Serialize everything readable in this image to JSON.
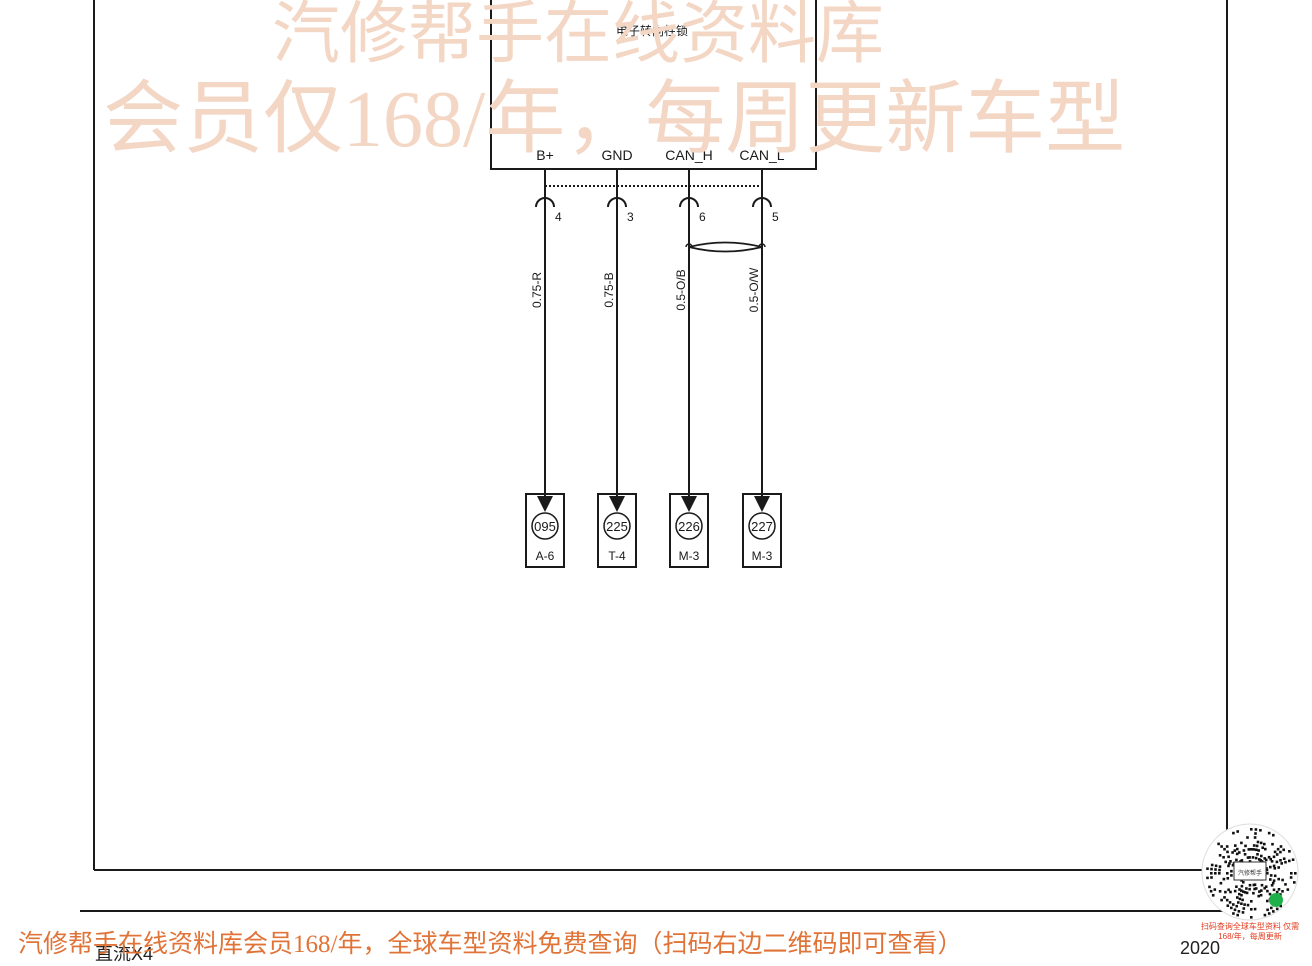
{
  "component": {
    "title": "电子转向柱锁"
  },
  "pins": [
    {
      "name": "B+",
      "number": "4",
      "wire": "0.75-R",
      "target_code": "095",
      "target_ref": "A-6"
    },
    {
      "name": "GND",
      "number": "3",
      "wire": "0.75-B",
      "target_code": "225",
      "target_ref": "T-4"
    },
    {
      "name": "CAN_H",
      "number": "6",
      "wire": "0.5-O/B",
      "target_code": "226",
      "target_ref": "M-3"
    },
    {
      "name": "CAN_L",
      "number": "5",
      "wire": "0.5-O/W",
      "target_code": "227",
      "target_ref": "M-3"
    }
  ],
  "watermark": {
    "line1": "汽修帮手在线资料库",
    "line2": "会员仅168/年，每周更新车型"
  },
  "footer": {
    "banner": "汽修帮手在线资料库会员168/年，全球车型资料免费查询（扫码右边二维码即可查看）",
    "left": "直流X4",
    "right": "2020"
  },
  "qr": {
    "caption": "扫码查询全球车型资料 仅需168/年，每周更新",
    "logo_text": "汽修帮手"
  },
  "colors": {
    "line": "#1a1a1a",
    "watermark": "#f3d6c4",
    "banner": "#e07438",
    "qr_caption": "#e23b1e"
  }
}
